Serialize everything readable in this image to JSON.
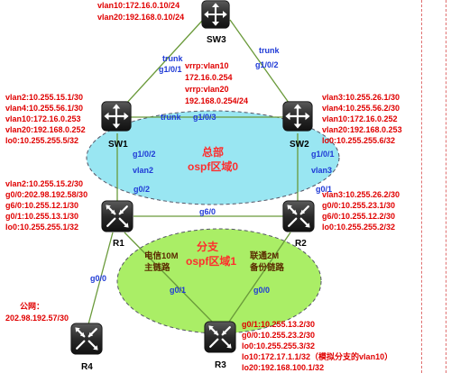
{
  "nodes": {
    "sw3": {
      "label": "SW3"
    },
    "sw1": {
      "label": "SW1"
    },
    "sw2": {
      "label": "SW2"
    },
    "r1": {
      "label": "R1"
    },
    "r2": {
      "label": "R2"
    },
    "r3": {
      "label": "R3"
    },
    "r4": {
      "label": "R4"
    }
  },
  "sw3_info": [
    "vlan10:172.16.0.10/24",
    "vlan20:192.168.0.10/24"
  ],
  "vrrp": [
    "vrrp:vlan10",
    "172.16.0.254",
    "vrrp:vlan20",
    "192.168.0.254/24"
  ],
  "sw1_info": [
    "vlan2:10.255.15.1/30",
    "vlan4:10.255.56.1/30",
    "vlan10:172.16.0.253",
    "vlan20:192.168.0.252",
    "lo0:10.255.255.5/32"
  ],
  "sw2_info": [
    "vlan3:10.255.26.1/30",
    "vlan4:10.255.56.2/30",
    "vlan10:172.16.0.252",
    "vlan20:192.168.0.253",
    "lo0:10.255.255.6/32"
  ],
  "r1_info": [
    "vlan2:10.255.15.2/30",
    "g0/0:202.98.192.58/30",
    "g6/0:10.255.12.1/30",
    "g0/1:10.255.13.1/30",
    "lo0:10.255.255.1/32"
  ],
  "r2_info": [
    "vlan3:10.255.26.2/30",
    "g0/0:10.255.23.1/30",
    "g6/0:10.255.12.2/30",
    "lo0:10.255.255.2/32"
  ],
  "r3_info": [
    "g0/1:10.255.13.2/30",
    "g0/0:10.255.23.2/30",
    "lo0:10.255.255.3/32",
    "lo10:172.17.1.1/32（模拟分支的vlan10）",
    "lo20:192.168.100.1/32"
  ],
  "public": [
    "公网：",
    "202.98.192.57/30"
  ],
  "areas": {
    "hq_name": "总部",
    "hq_area": "ospf区域0",
    "branch_name": "分支",
    "branch_area": "ospf区域1"
  },
  "links": {
    "main": [
      "电信10M",
      "主链路"
    ],
    "backup": [
      "联通2M",
      "备份链路"
    ]
  },
  "ports": {
    "trunk_left": "trunk",
    "g1_0_1_left": "g1/0/1",
    "trunk_right": "trunk",
    "g1_0_2_right": "g1/0/2",
    "trunk_mid": "trunk",
    "g1_0_3": "g1/0/3",
    "sw1_g1_0_2": "g1/0/2",
    "sw1_vlan2": "vlan2",
    "sw2_g1_0_1": "g1/0/1",
    "sw2_vlan3": "vlan3",
    "r1_g0_2": "g0/2",
    "r2_g0_1": "g0/1",
    "g6_0": "g6/0",
    "r4_g0_0": "g0/0",
    "r3_g0_1": "g0/1",
    "r3_g0_0": "g0/0"
  },
  "colors": {
    "hq_fill": "#99e6f2",
    "branch_fill": "#aaee66",
    "label_red": "#e00000",
    "label_blue": "#1f3ad6",
    "link_green": "#6a9a3a"
  }
}
